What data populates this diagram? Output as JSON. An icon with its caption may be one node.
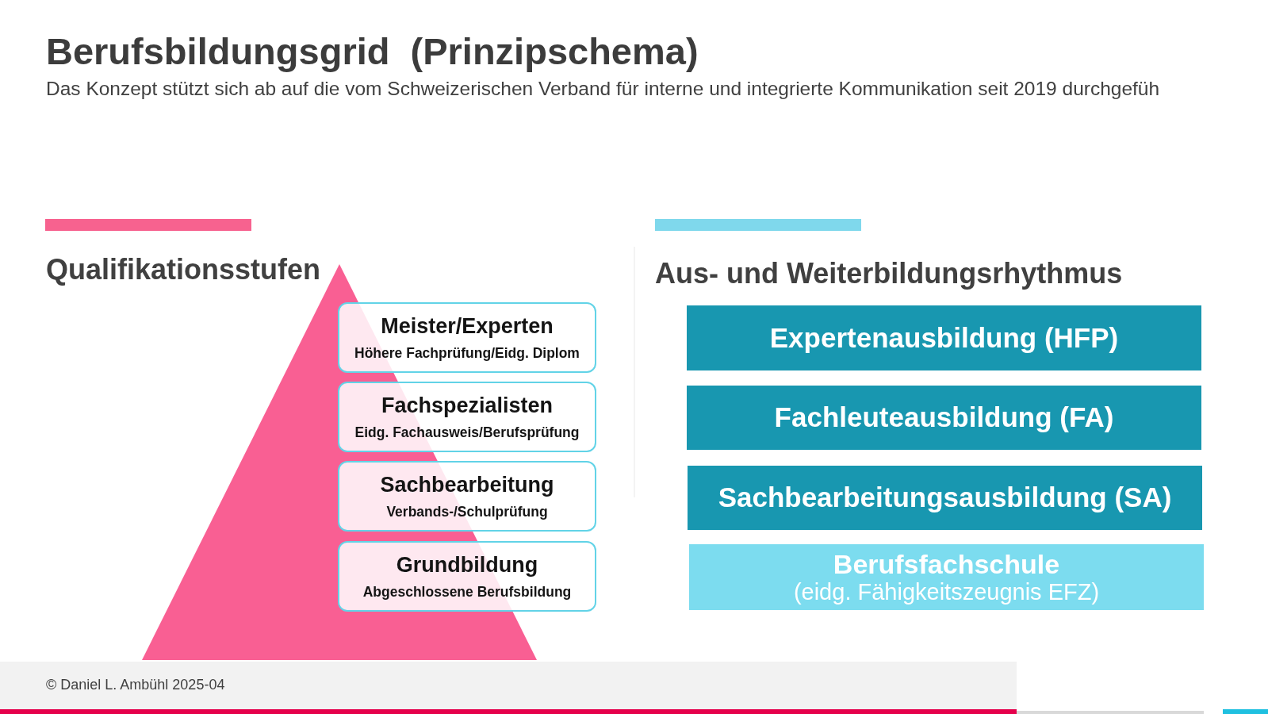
{
  "diagram": {
    "title": "Berufsbildungsgrid  (Prinzipschema)",
    "caption": "Das Konzept stützt sich ab auf die vom Schweizerischen Verband für interne und integrierte Kommunikation seit 2019 durchgefüh",
    "nodes": [
      {
        "text": [
          "Meister/Experten",
          "Höhere Fachprüfung/Eidg. Diplom"
        ]
      },
      {
        "text": [
          "Fachspezialisten",
          "Eidg. Fachausweis/Berufsprüfung"
        ]
      },
      {
        "text": [
          "Sachbearbeitung",
          "Verbands-/Schulprüfung"
        ]
      },
      {
        "text": [
          "Grundbildung",
          "Abgeschlossene Berufsbildung"
        ]
      },
      {
        "text": [
          "Expertenausbildung (HFP)"
        ]
      },
      {
        "text": [
          "Fachleuteausbildung (FA)"
        ]
      },
      {
        "text": [
          "Sachbearbeitungsausbildung (SA)"
        ]
      },
      {
        "text": [
          "Berufsfachschule",
          "(eidg. Fähigkeitszeugnis EFZ)"
        ]
      }
    ],
    "labels": [
      "Qualifikationsstufen",
      "Aus- und Weiterbildungsrhythmus",
      "© Daniel L. Ambühl 2025-04"
    ]
  }
}
